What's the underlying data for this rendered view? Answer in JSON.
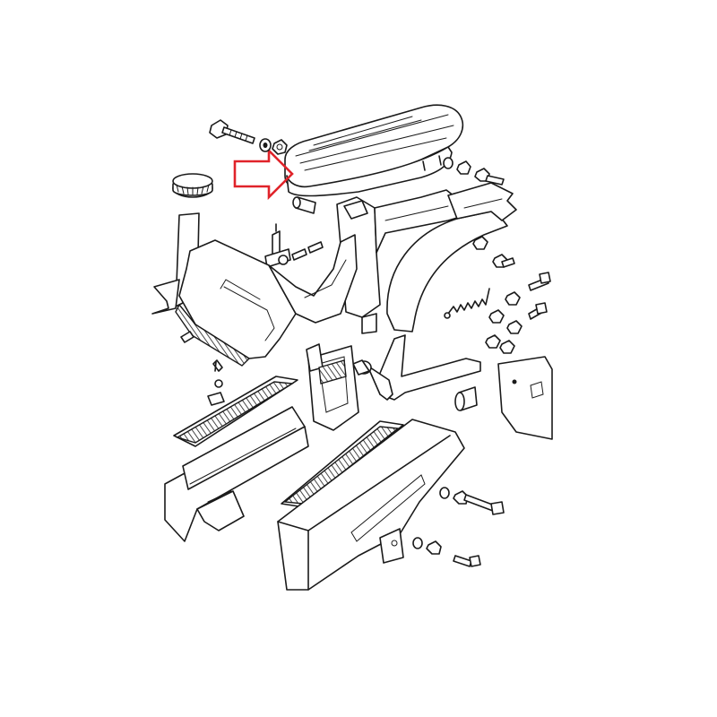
{
  "diagram": {
    "callout": {
      "shape": "arrow-right",
      "color": "#e0232a",
      "target": "seat"
    },
    "line_color": "#1a1a1a",
    "background": "#ffffff",
    "parts": [
      "seat",
      "seat-bolt",
      "seat-washer",
      "seat-nut",
      "seat-spacer",
      "fuel-cap",
      "fuel-tap",
      "fuel-tank",
      "frame-tube",
      "rear-fender",
      "center-stand",
      "spring",
      "left-footboard",
      "right-footboard",
      "left-side-panel",
      "right-side-panel",
      "license-plate-bracket",
      "bushing",
      "side-bolt",
      "nuts",
      "screws"
    ]
  }
}
